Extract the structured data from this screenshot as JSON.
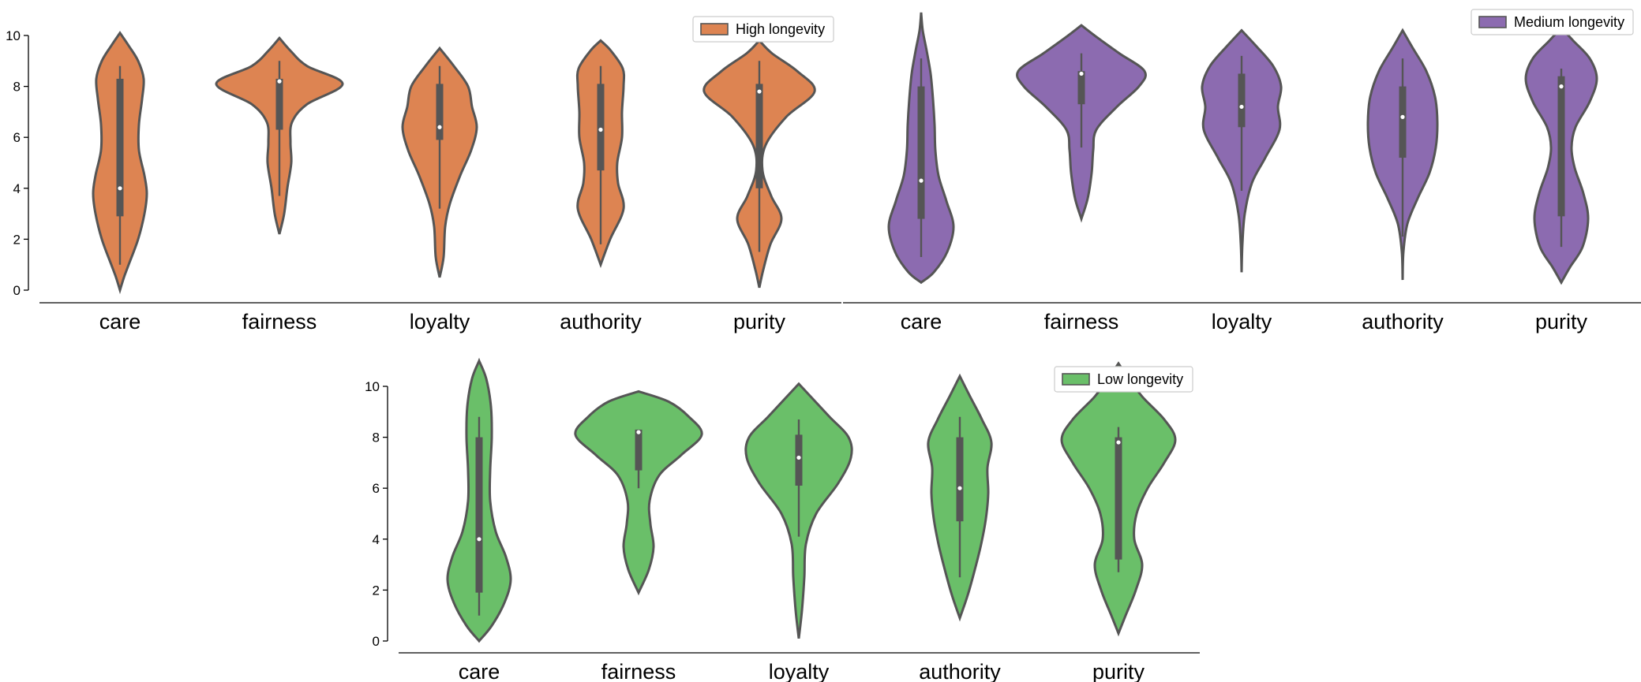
{
  "chart_data": [
    {
      "type": "violin",
      "legend": "High longevity",
      "legend_position": "top-right",
      "color": "#DD8452",
      "categories": [
        "care",
        "fairness",
        "loyalty",
        "authority",
        "purity"
      ],
      "yticks": [
        "0",
        "2",
        "4",
        "6",
        "8",
        "10"
      ],
      "ylim": [
        0,
        10
      ],
      "violins": [
        {
          "category": "care",
          "whisker": [
            1.0,
            8.8
          ],
          "q1": 2.9,
          "median": 4.0,
          "q3": 8.3,
          "density": [
            [
              0.0,
              0.0
            ],
            [
              0.5,
              0.05
            ],
            [
              1.0,
              0.11
            ],
            [
              2.0,
              0.23
            ],
            [
              3.0,
              0.31
            ],
            [
              3.8,
              0.34
            ],
            [
              4.5,
              0.31
            ],
            [
              5.5,
              0.24
            ],
            [
              6.5,
              0.24
            ],
            [
              7.5,
              0.28
            ],
            [
              8.3,
              0.3
            ],
            [
              9.0,
              0.23
            ],
            [
              9.6,
              0.11
            ],
            [
              10.1,
              0.0
            ]
          ]
        },
        {
          "category": "fairness",
          "whisker": [
            3.7,
            9.0
          ],
          "q1": 6.3,
          "median": 8.2,
          "q3": 8.3,
          "density": [
            [
              2.2,
              0.0
            ],
            [
              3.0,
              0.06
            ],
            [
              4.0,
              0.1
            ],
            [
              5.0,
              0.15
            ],
            [
              5.8,
              0.14
            ],
            [
              6.6,
              0.16
            ],
            [
              7.3,
              0.35
            ],
            [
              8.1,
              0.8
            ],
            [
              8.8,
              0.35
            ],
            [
              9.4,
              0.14
            ],
            [
              9.9,
              0.0
            ]
          ]
        },
        {
          "category": "loyalty",
          "whisker": [
            3.2,
            8.8
          ],
          "q1": 5.9,
          "median": 6.4,
          "q3": 8.1,
          "density": [
            [
              0.5,
              0.0
            ],
            [
              1.3,
              0.05
            ],
            [
              2.5,
              0.07
            ],
            [
              3.4,
              0.13
            ],
            [
              4.5,
              0.26
            ],
            [
              5.5,
              0.4
            ],
            [
              6.4,
              0.47
            ],
            [
              7.2,
              0.41
            ],
            [
              8.0,
              0.36
            ],
            [
              8.8,
              0.18
            ],
            [
              9.5,
              0.0
            ]
          ]
        },
        {
          "category": "authority",
          "whisker": [
            1.8,
            8.8
          ],
          "q1": 4.7,
          "median": 6.3,
          "q3": 8.1,
          "density": [
            [
              1.0,
              0.0
            ],
            [
              2.0,
              0.12
            ],
            [
              3.2,
              0.29
            ],
            [
              4.2,
              0.22
            ],
            [
              5.0,
              0.21
            ],
            [
              6.0,
              0.27
            ],
            [
              7.0,
              0.27
            ],
            [
              8.0,
              0.29
            ],
            [
              8.7,
              0.28
            ],
            [
              9.4,
              0.13
            ],
            [
              9.8,
              0.0
            ]
          ]
        },
        {
          "category": "purity",
          "whisker": [
            1.5,
            9.0
          ],
          "q1": 4.0,
          "median": 7.8,
          "q3": 8.1,
          "density": [
            [
              0.1,
              0.0
            ],
            [
              0.8,
              0.05
            ],
            [
              1.8,
              0.14
            ],
            [
              2.8,
              0.28
            ],
            [
              3.7,
              0.15
            ],
            [
              4.7,
              0.04
            ],
            [
              5.7,
              0.08
            ],
            [
              6.8,
              0.34
            ],
            [
              7.8,
              0.7
            ],
            [
              8.6,
              0.48
            ],
            [
              9.3,
              0.16
            ],
            [
              9.8,
              0.0
            ]
          ]
        }
      ]
    },
    {
      "type": "violin",
      "legend": "Medium longevity",
      "legend_position": "top-right",
      "color": "#8C6BB0",
      "categories": [
        "care",
        "fairness",
        "loyalty",
        "authority",
        "purity"
      ],
      "ylim": [
        0,
        10
      ],
      "violins": [
        {
          "category": "care",
          "whisker": [
            1.3,
            9.1
          ],
          "q1": 2.8,
          "median": 4.3,
          "q3": 8.0,
          "density": [
            [
              0.3,
              0.0
            ],
            [
              0.7,
              0.16
            ],
            [
              1.5,
              0.33
            ],
            [
              2.5,
              0.41
            ],
            [
              3.5,
              0.32
            ],
            [
              4.5,
              0.22
            ],
            [
              5.5,
              0.18
            ],
            [
              6.5,
              0.17
            ],
            [
              7.5,
              0.15
            ],
            [
              8.5,
              0.12
            ],
            [
              9.4,
              0.07
            ],
            [
              10.2,
              0.02
            ],
            [
              10.9,
              0.0
            ]
          ]
        },
        {
          "category": "fairness",
          "whisker": [
            5.6,
            9.3
          ],
          "q1": 7.3,
          "median": 8.5,
          "q3": 8.6,
          "density": [
            [
              2.8,
              0.0
            ],
            [
              3.6,
              0.08
            ],
            [
              4.6,
              0.13
            ],
            [
              5.5,
              0.15
            ],
            [
              6.3,
              0.19
            ],
            [
              7.2,
              0.45
            ],
            [
              8.0,
              0.73
            ],
            [
              8.6,
              0.8
            ],
            [
              9.3,
              0.48
            ],
            [
              9.9,
              0.21
            ],
            [
              10.4,
              0.0
            ]
          ]
        },
        {
          "category": "loyalty",
          "whisker": [
            3.9,
            9.2
          ],
          "q1": 6.4,
          "median": 7.2,
          "q3": 8.5,
          "density": [
            [
              0.7,
              0.0
            ],
            [
              1.8,
              0.01
            ],
            [
              3.0,
              0.04
            ],
            [
              4.2,
              0.13
            ],
            [
              5.2,
              0.3
            ],
            [
              6.3,
              0.48
            ],
            [
              7.2,
              0.46
            ],
            [
              8.0,
              0.5
            ],
            [
              8.8,
              0.4
            ],
            [
              9.6,
              0.18
            ],
            [
              10.2,
              0.0
            ]
          ]
        },
        {
          "category": "authority",
          "whisker": [
            2.1,
            9.1
          ],
          "q1": 5.2,
          "median": 6.8,
          "q3": 8.0,
          "density": [
            [
              0.4,
              0.0
            ],
            [
              1.5,
              0.01
            ],
            [
              2.6,
              0.06
            ],
            [
              3.6,
              0.19
            ],
            [
              4.6,
              0.34
            ],
            [
              5.6,
              0.42
            ],
            [
              6.6,
              0.44
            ],
            [
              7.6,
              0.41
            ],
            [
              8.6,
              0.3
            ],
            [
              9.5,
              0.13
            ],
            [
              10.2,
              0.0
            ]
          ]
        },
        {
          "category": "purity",
          "whisker": [
            1.7,
            8.7
          ],
          "q1": 2.9,
          "median": 8.0,
          "q3": 8.4,
          "density": [
            [
              0.3,
              0.0
            ],
            [
              0.9,
              0.11
            ],
            [
              1.7,
              0.27
            ],
            [
              2.8,
              0.34
            ],
            [
              3.8,
              0.28
            ],
            [
              4.8,
              0.17
            ],
            [
              5.6,
              0.13
            ],
            [
              6.4,
              0.18
            ],
            [
              7.4,
              0.36
            ],
            [
              8.3,
              0.45
            ],
            [
              9.1,
              0.36
            ],
            [
              9.8,
              0.15
            ],
            [
              10.3,
              0.0
            ]
          ]
        }
      ]
    },
    {
      "type": "violin",
      "legend": "Low longevity",
      "legend_position": "top-right",
      "color": "#6ABF69",
      "categories": [
        "care",
        "fairness",
        "loyalty",
        "authority",
        "purity"
      ],
      "yticks": [
        "0",
        "2",
        "4",
        "6",
        "8",
        "10"
      ],
      "ylim": [
        0,
        10
      ],
      "violins": [
        {
          "category": "care",
          "whisker": [
            1.0,
            8.8
          ],
          "q1": 1.9,
          "median": 4.0,
          "q3": 8.0,
          "density": [
            [
              0.0,
              0.0
            ],
            [
              0.6,
              0.16
            ],
            [
              1.5,
              0.32
            ],
            [
              2.4,
              0.4
            ],
            [
              3.3,
              0.34
            ],
            [
              4.3,
              0.21
            ],
            [
              5.5,
              0.14
            ],
            [
              6.7,
              0.14
            ],
            [
              8.0,
              0.16
            ],
            [
              9.2,
              0.15
            ],
            [
              10.3,
              0.09
            ],
            [
              11.0,
              0.0
            ]
          ]
        },
        {
          "category": "fairness",
          "whisker": [
            6.0,
            8.3
          ],
          "q1": 6.7,
          "median": 8.2,
          "q3": 8.3,
          "density": [
            [
              1.9,
              0.0
            ],
            [
              2.8,
              0.13
            ],
            [
              3.7,
              0.19
            ],
            [
              4.6,
              0.15
            ],
            [
              5.5,
              0.14
            ],
            [
              6.5,
              0.26
            ],
            [
              7.3,
              0.54
            ],
            [
              8.1,
              0.8
            ],
            [
              8.8,
              0.64
            ],
            [
              9.4,
              0.38
            ],
            [
              9.8,
              0.0
            ]
          ]
        },
        {
          "category": "loyalty",
          "whisker": [
            4.1,
            8.7
          ],
          "q1": 6.1,
          "median": 7.2,
          "q3": 8.1,
          "density": [
            [
              0.1,
              0.0
            ],
            [
              1.2,
              0.04
            ],
            [
              2.5,
              0.07
            ],
            [
              3.8,
              0.09
            ],
            [
              5.0,
              0.22
            ],
            [
              6.2,
              0.5
            ],
            [
              7.2,
              0.66
            ],
            [
              8.0,
              0.63
            ],
            [
              8.8,
              0.39
            ],
            [
              9.5,
              0.18
            ],
            [
              10.1,
              0.0
            ]
          ]
        },
        {
          "category": "authority",
          "whisker": [
            2.5,
            8.8
          ],
          "q1": 4.7,
          "median": 6.0,
          "q3": 8.0,
          "density": [
            [
              0.9,
              0.0
            ],
            [
              1.8,
              0.1
            ],
            [
              2.8,
              0.19
            ],
            [
              3.8,
              0.27
            ],
            [
              4.8,
              0.33
            ],
            [
              5.8,
              0.36
            ],
            [
              6.8,
              0.35
            ],
            [
              7.8,
              0.4
            ],
            [
              8.7,
              0.28
            ],
            [
              9.6,
              0.13
            ],
            [
              10.4,
              0.0
            ]
          ]
        },
        {
          "category": "purity",
          "whisker": [
            2.7,
            8.4
          ],
          "q1": 3.2,
          "median": 7.8,
          "q3": 8.0,
          "density": [
            [
              0.3,
              0.0
            ],
            [
              1.0,
              0.09
            ],
            [
              2.0,
              0.22
            ],
            [
              3.0,
              0.3
            ],
            [
              4.0,
              0.2
            ],
            [
              5.0,
              0.23
            ],
            [
              6.0,
              0.37
            ],
            [
              7.0,
              0.58
            ],
            [
              7.9,
              0.72
            ],
            [
              8.7,
              0.58
            ],
            [
              9.6,
              0.3
            ],
            [
              10.4,
              0.11
            ],
            [
              10.9,
              0.0
            ]
          ]
        }
      ]
    }
  ]
}
